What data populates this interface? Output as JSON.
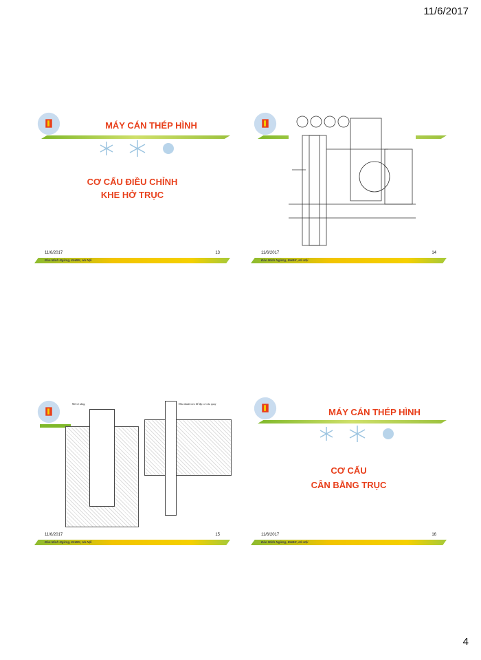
{
  "page": {
    "date": "11/6/2017",
    "number": "4"
  },
  "slides": [
    {
      "title": "MÁY CÁN THÉP HÌNH",
      "subtitle_lines": [
        "CƠ CẤU ĐIỀU CHỈNH",
        "KHE HỞ TRỤC"
      ],
      "date": "11/6/2017",
      "number": "13",
      "author": "Đào Minh Ngừng, ĐHBK, Hà Nội"
    },
    {
      "date": "11/6/2017",
      "number": "14",
      "author": "Đào Minh Ngừng, ĐHBK, Hà Nội"
    },
    {
      "labels": [
        "Mô tơ nâng",
        "Đầu thanh treo để lắp cơ cấu quay"
      ],
      "date": "11/6/2017",
      "number": "15",
      "author": "Đào Minh Ngừng, ĐHBK, Hà Nội"
    },
    {
      "title": "MÁY CÁN THÉP HÌNH",
      "subtitle_lines": [
        "CƠ CẤU",
        "CÂN BẰNG TRỤC"
      ],
      "date": "11/6/2017",
      "number": "16",
      "author": "Đào Minh Ngừng, ĐHBK, Hà Nội"
    }
  ],
  "colors": {
    "title": "#e8401c",
    "accent_green": "#7fb82a",
    "accent_yellow": "#f2c400"
  }
}
